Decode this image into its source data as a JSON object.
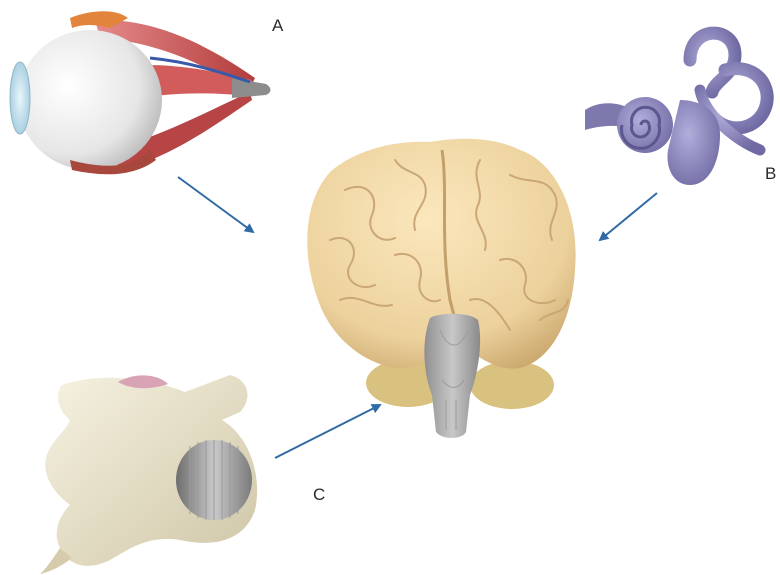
{
  "labels": {
    "a": "A",
    "b": "B",
    "c": "C"
  },
  "parts": {
    "eye": "eye-illustration",
    "inner_ear": "inner-ear-illustration",
    "vertebra": "vertebra-illustration",
    "brain": "brain-illustration"
  },
  "colors": {
    "arrow": "#2f6aa6",
    "brain": "#e9cf98",
    "brainstem": "#a9a9a9",
    "cerebellum": "#d9c27f",
    "inner_ear": "#8a86b8",
    "eye_white": "#f0f0f0",
    "eye_muscle": "#c84a4a",
    "bone": "#ece6cf"
  }
}
